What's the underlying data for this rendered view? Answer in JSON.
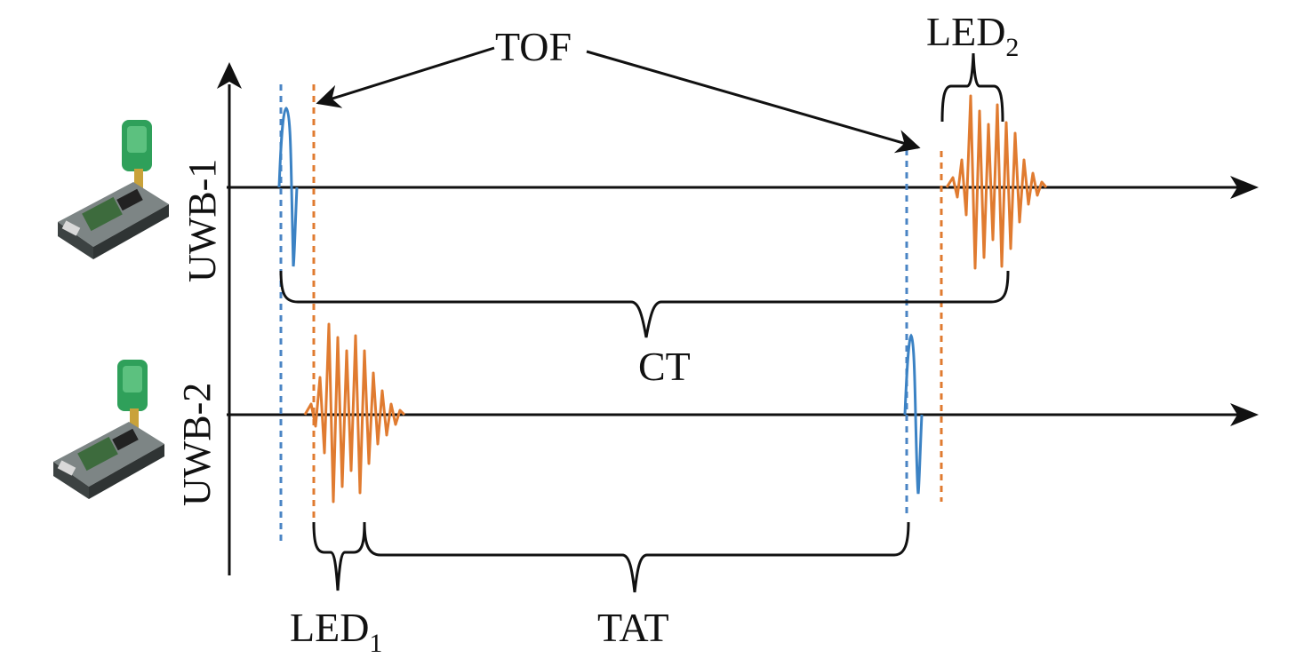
{
  "labels": {
    "tof": "TOF",
    "led2_main": "LED",
    "led2_sub": "2",
    "led1_main": "LED",
    "led1_sub": "1",
    "ct": "CT",
    "tat": "TAT",
    "uwb1": "UWB-1",
    "uwb2": "UWB-2"
  },
  "colors": {
    "axis": "#111111",
    "blue_pulse": "#3b82c4",
    "orange_pulse": "#e07b30",
    "blue_dash": "#4a84c4",
    "orange_dash": "#e07b30",
    "device_green": "#2fa05a",
    "device_body": "#4a4f4f"
  },
  "icons": {
    "device_1": "uwb-device-icon",
    "device_2": "uwb-device-icon"
  }
}
